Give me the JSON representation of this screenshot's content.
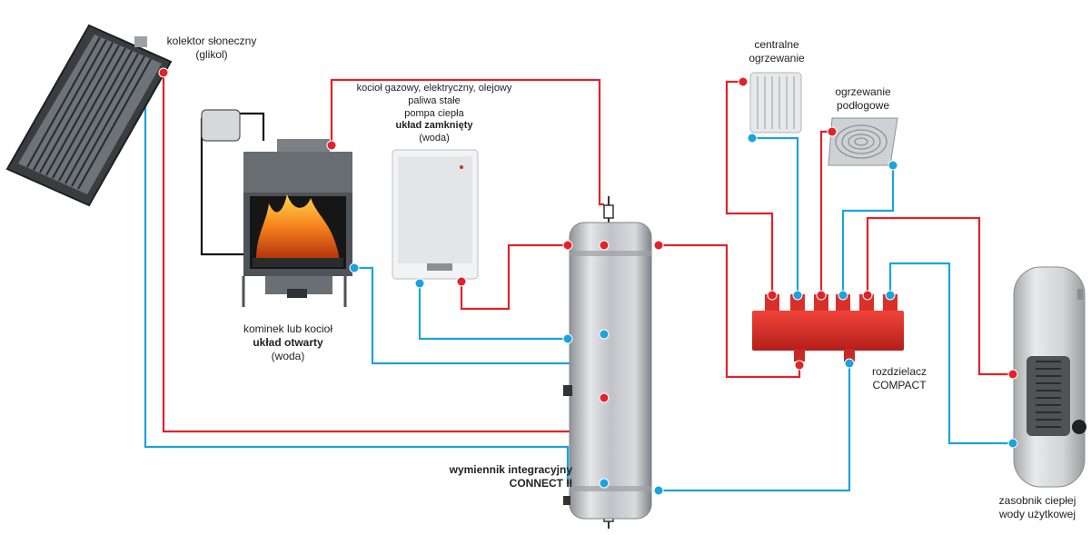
{
  "colors": {
    "hot": "#e0222a",
    "cold": "#1aa3dd",
    "steel": "#b8bcc0",
    "manifold": "#e2332c",
    "fireplace_body": "#5c6166",
    "fire": "#f2701a"
  },
  "labels": {
    "collector": {
      "line1": "kolektor słoneczny",
      "line2": "(glikol)"
    },
    "boiler": {
      "line1": "kocioł gazowy, elektryczny, olejowy",
      "line2": "paliwa stałe",
      "line3": "pompa ciepła",
      "line4": "układ zamknięty",
      "line5": "(woda)"
    },
    "fireplace": {
      "line1": "kominek lub kocioł",
      "line2": "układ otwarty",
      "line3": "(woda)"
    },
    "exchanger": {
      "line1": "wymiennik integracyjny",
      "line2": "CONNECT II"
    },
    "central_heating": {
      "line1": "centralne",
      "line2": "ogrzewanie"
    },
    "floor_heating": {
      "line1": "ogrzewanie",
      "line2": "podłogowe"
    },
    "manifold": {
      "line1": "rozdzielacz",
      "line2": "COMPACT"
    },
    "dhw_tank": {
      "line1": "zasobnik ciepłej",
      "line2": "wody użytkowej"
    }
  }
}
